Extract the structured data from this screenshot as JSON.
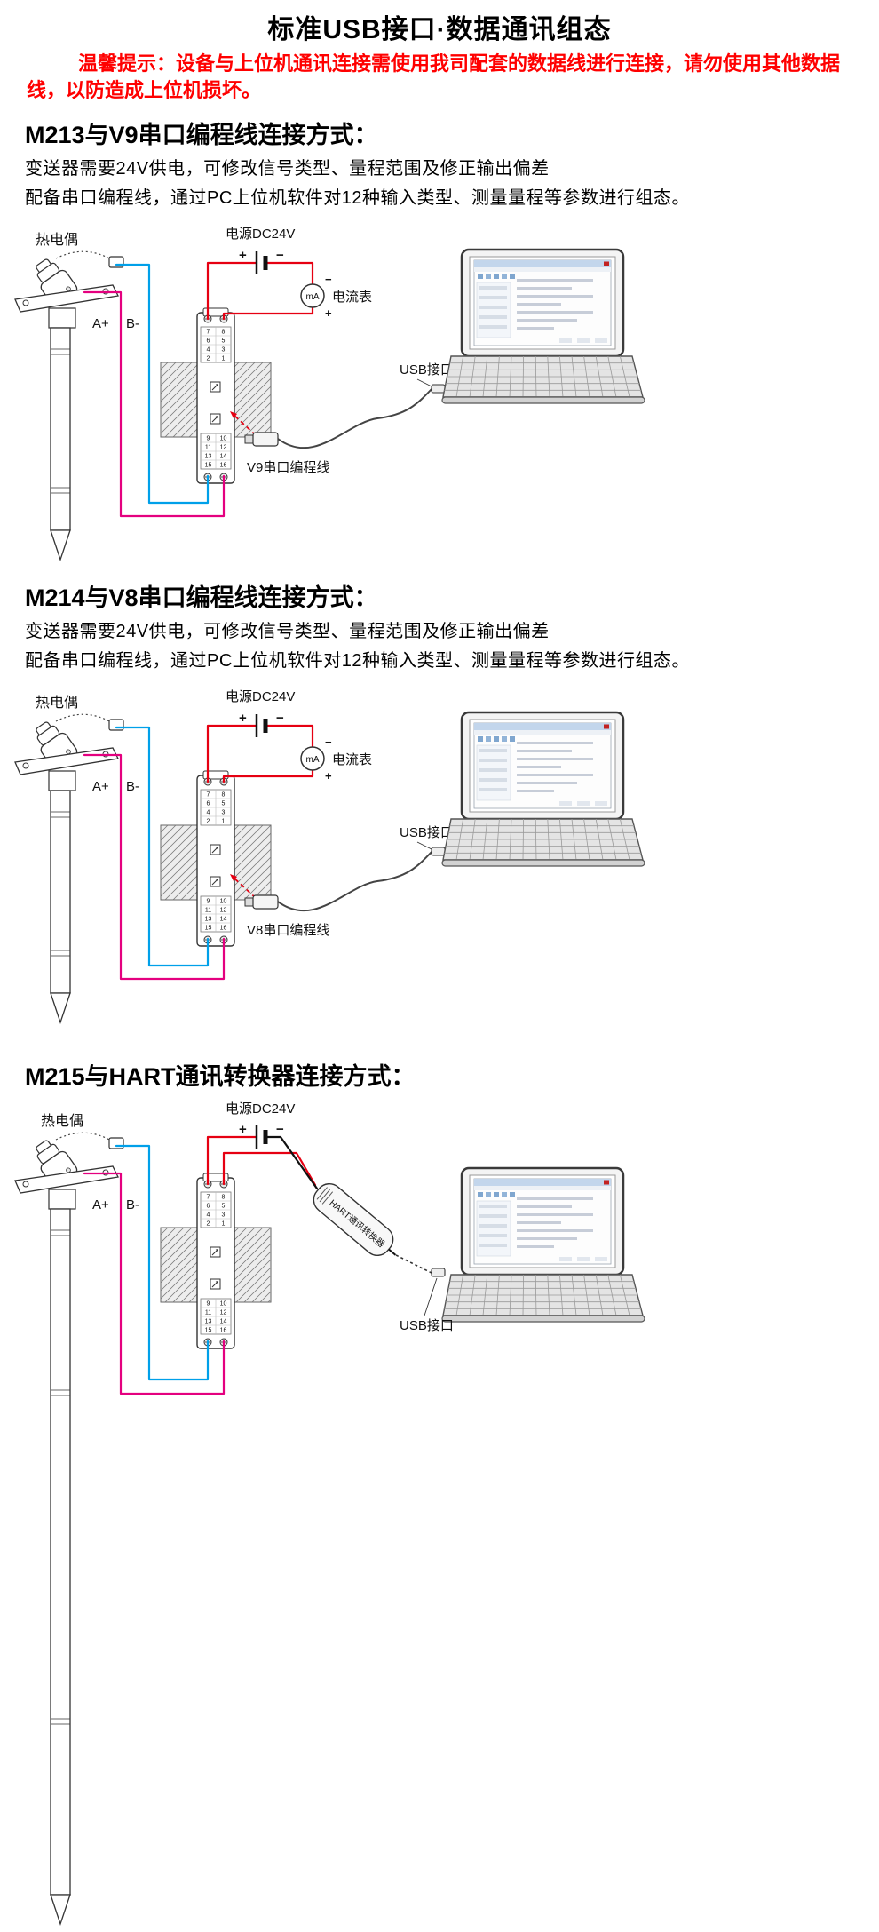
{
  "page": {
    "title": "标准USB接口·数据通讯组态",
    "warning": "温馨提示：设备与上位机通讯连接需使用我司配套的数据线进行连接，请勿使用其他数据线，以防造成上位机损坏。"
  },
  "shared": {
    "thermo_label": "热电偶",
    "power_label": "电源DC24V",
    "ammeter_label": "电流表",
    "ammeter_unit": "mA",
    "usb_label": "USB接口",
    "a_plus": "A+",
    "b_minus": "B-",
    "plus": "+",
    "minus": "−",
    "terminals_top": [
      "7",
      "8",
      "6",
      "5",
      "4",
      "3",
      "2",
      "1"
    ],
    "terminals_bottom": [
      "9",
      "10",
      "11",
      "12",
      "13",
      "14",
      "15",
      "16"
    ]
  },
  "sections": [
    {
      "heading": "M213与V9串口编程线连接方式：",
      "desc1": "变送器需要24V供电，可修改信号类型、量程范围及修正输出偏差",
      "desc2": "配备串口编程线，通过PC上位机软件对12种输入类型、测量量程等参数进行组态。",
      "cable_label": "V9串口编程线"
    },
    {
      "heading": "M214与V8串口编程线连接方式：",
      "desc1": "变送器需要24V供电，可修改信号类型、量程范围及修正输出偏差",
      "desc2": "配备串口编程线，通过PC上位机软件对12种输入类型、测量量程等参数进行组态。",
      "cable_label": "V8串口编程线"
    },
    {
      "heading": "M215与HART通讯转换器连接方式：",
      "converter_label": "HART通讯转换器"
    }
  ],
  "colors": {
    "warning_red": "#ff0000",
    "wire_red": "#e60012",
    "wire_blue": "#00a0e9",
    "wire_magenta": "#e4007f",
    "wire_black": "#111111"
  }
}
